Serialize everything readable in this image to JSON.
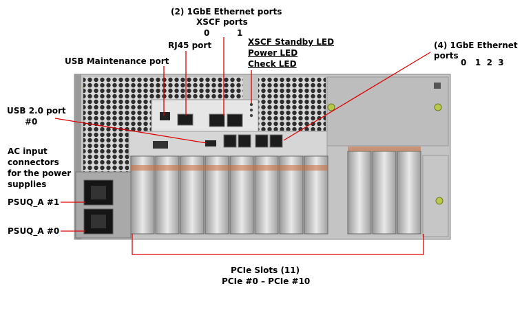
{
  "labels": {
    "ethernet_xscf_line1": "(2) 1GbE Ethernet ports",
    "ethernet_xscf_line2": "XSCF ports",
    "xscf_port_0": "0",
    "xscf_port_1": "1",
    "rj45": "RJ45 port",
    "usb_maint": "USB Maintenance port",
    "xscf_standby_led": "XSCF Standby LED",
    "power_led": "Power LED",
    "check_led": "Check LED",
    "gbe4_line1": "(4) 1GbE Ethernet",
    "gbe4_line2": "ports",
    "gbe4_numbers": "0   1  2  3",
    "usb20_line1": "USB 2.0 port",
    "usb20_line2": "#0",
    "ac_line1": "AC input",
    "ac_line2": "connectors",
    "ac_line3": "for the power",
    "ac_line4": "supplies",
    "psu1": "PSUQ_A #1",
    "psu0": "PSUQ_A #0",
    "pcie_line1": "PCIe Slots (11)",
    "pcie_line2": "PCIe #0 – PCIe #10"
  },
  "colors": {
    "callout": "#e00000",
    "chassis": "#c9c9c9",
    "hex": "#3a3a3a"
  }
}
